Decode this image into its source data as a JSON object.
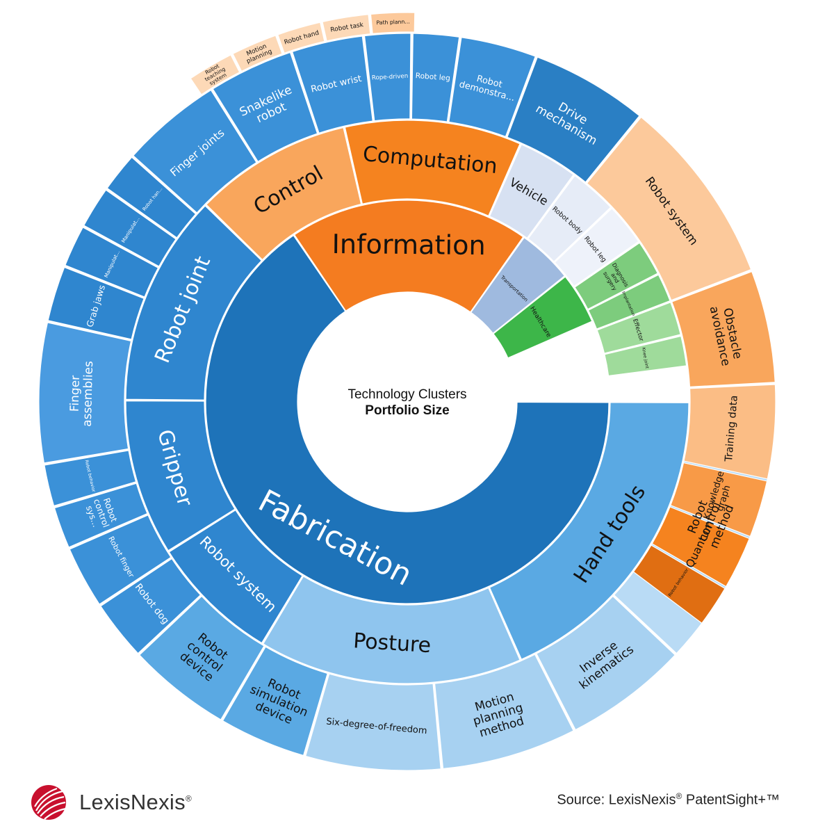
{
  "chart_data": {
    "type": "sunburst",
    "center_title": "Technology Clusters",
    "center_subtitle": "Portfolio Size",
    "ring1": [
      {
        "name": "Fabrication",
        "value": 65.5,
        "color": "#1e73b9"
      },
      {
        "name": "Information",
        "value": 19.3,
        "color": "#f47c20"
      },
      {
        "name": "Transportation",
        "value": 4.5,
        "color": "#9fbadf"
      },
      {
        "name": "Healthcare",
        "value": 4.2,
        "color": "#3db649"
      }
    ],
    "ring2": [
      {
        "name": "Hand tools",
        "value": 18.4,
        "color": "#5aa9e3"
      },
      {
        "name": "Posture",
        "value": 15.2,
        "color": "#8fc5ee"
      },
      {
        "name": "Robot system",
        "value": 7.5,
        "color": "#2f86cf"
      },
      {
        "name": "Gripper",
        "value": 9.0,
        "color": "#2f86cf"
      },
      {
        "name": "Robot joint",
        "value": 12.2,
        "color": "#2f86cf"
      },
      {
        "name": "Control",
        "value": 9.1,
        "color": "#f9a65c"
      },
      {
        "name": "Computation",
        "value": 10.2,
        "color": "#f5831f"
      },
      {
        "name": "Vehicle",
        "value": 3.5,
        "color": "#d7e1f2"
      },
      {
        "name": "Robot body",
        "value": 2.8,
        "color": "#e6ecf7"
      },
      {
        "name": "Robot leg",
        "value": 2.5,
        "color": "#eef2fa"
      },
      {
        "name": "Diagnosis and surgery",
        "value": 2.1,
        "color": "#7dcc7d"
      },
      {
        "name": "Implantation",
        "value": 1.7,
        "color": "#7dcc7d"
      },
      {
        "name": "Effector",
        "value": 2.0,
        "color": "#9fdb9b"
      },
      {
        "name": "Knee joint",
        "value": 1.8,
        "color": "#9fdb9b"
      }
    ],
    "ring3": [
      {
        "name": "Robot control method",
        "value": 12.0,
        "color": "#b9dbf5"
      },
      {
        "name": "Inverse kinematics",
        "value": 5.5,
        "color": "#a7d1f1"
      },
      {
        "name": "Motion planning method",
        "value": 6.0,
        "color": "#a7d1f1"
      },
      {
        "name": "Six-degree-of-freedom",
        "value": 6.0,
        "color": "#a7d1f1"
      },
      {
        "name": "Robot simulation device",
        "value": 3.9,
        "color": "#5aa9e3"
      },
      {
        "name": "Robot control device",
        "value": 4.6,
        "color": "#5aa9e3"
      },
      {
        "name": "Robot dog",
        "value": 2.7,
        "color": "#3b91d8"
      },
      {
        "name": "Robot finger",
        "value": 2.8,
        "color": "#3b91d8"
      },
      {
        "name": "Robot control sys...",
        "value": 1.9,
        "color": "#3b91d8"
      },
      {
        "name": "Robot behavior",
        "value": 1.9,
        "color": "#3b91d8"
      },
      {
        "name": "Finger assemblies",
        "value": 6.2,
        "color": "#4a9be0"
      },
      {
        "name": "Grab jaws",
        "value": 2.5,
        "color": "#2f86cf"
      },
      {
        "name": "Manipulat...",
        "value": 1.9,
        "color": "#2f86cf"
      },
      {
        "name": "Manipulat...",
        "value": 1.9,
        "color": "#2f86cf"
      },
      {
        "name": "Robot han...",
        "value": 1.8,
        "color": "#2f86cf"
      },
      {
        "name": "Finger joints",
        "value": 4.5,
        "color": "#3b91d8"
      },
      {
        "name": "Snakelike robot",
        "value": 3.8,
        "color": "#3b91d8"
      },
      {
        "name": "Robot wrist",
        "value": 3.2,
        "color": "#3b91d8"
      },
      {
        "name": "Rope-driven",
        "value": 2.1,
        "color": "#3b91d8"
      },
      {
        "name": "Robot leg",
        "value": 2.1,
        "color": "#3b91d8"
      },
      {
        "name": "Robot demonstra...",
        "value": 3.4,
        "color": "#3b91d8"
      },
      {
        "name": "Drive mechanism",
        "value": 5.2,
        "color": "#2a7fc4"
      },
      {
        "name": "Robot system",
        "value": 8.3,
        "color": "#fcc99b"
      },
      {
        "name": "Obstacle avoidance",
        "value": 5.0,
        "color": "#f9a65c"
      },
      {
        "name": "Training data",
        "value": 4.2,
        "color": "#fbbd85"
      },
      {
        "name": "Knowledge graph",
        "value": 2.6,
        "color": "#f89a47"
      },
      {
        "name": "Quantum",
        "value": 2.4,
        "color": "#f5831f"
      },
      {
        "name": "Robot behavior",
        "value": 1.9,
        "color": "#e06e12"
      }
    ],
    "ring4": [
      {
        "name": "Robot teaching system",
        "value": 2.0,
        "color": "#fdd9b7"
      },
      {
        "name": "Motion planning",
        "value": 2.0,
        "color": "#fdd9b7"
      },
      {
        "name": "Robot hand",
        "value": 1.9,
        "color": "#fdd9b7"
      },
      {
        "name": "Robot task",
        "value": 2.0,
        "color": "#fdd9b7"
      },
      {
        "name": "Path plann...",
        "value": 1.9,
        "color": "#fcc99b"
      }
    ]
  },
  "footer": {
    "logo_name": "LexisNexis",
    "logo_mark": "®",
    "source_label": "Source: LexisNexis",
    "source_product": "PatentSight+™",
    "source_reg": "®"
  }
}
